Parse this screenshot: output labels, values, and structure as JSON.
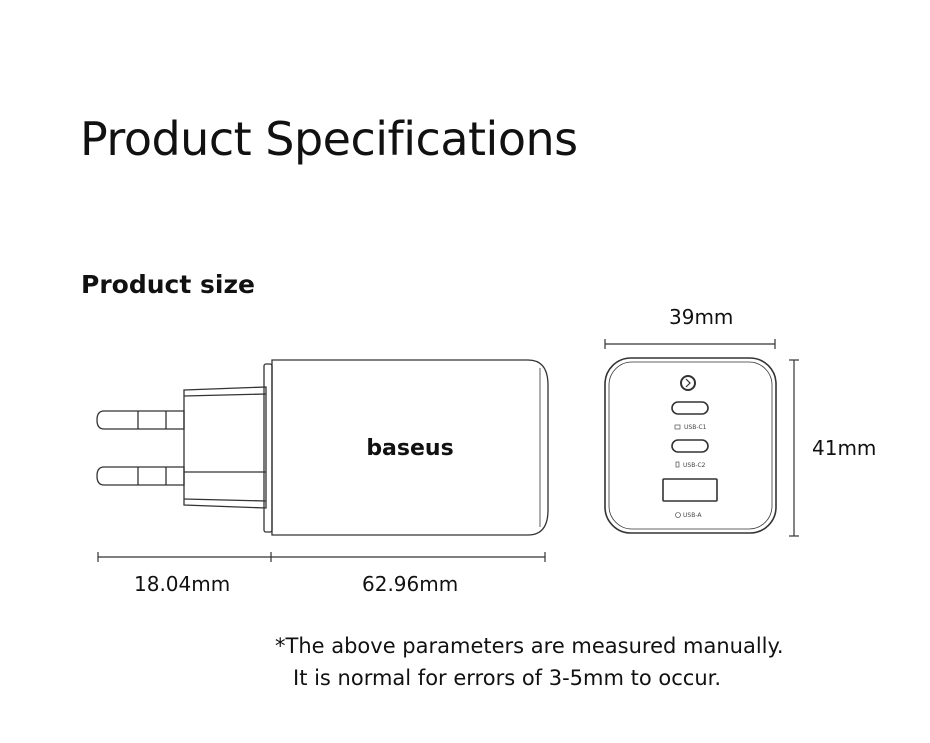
{
  "page": {
    "title": "Product Specifications",
    "subtitle": "Product size"
  },
  "side_view": {
    "brand_logo": "baseus",
    "dimensions": {
      "plug_length": "18.04mm",
      "body_length": "62.96mm"
    }
  },
  "front_view": {
    "dimensions": {
      "width": "39mm",
      "height": "41mm"
    },
    "ports": [
      {
        "label": "USB-C1",
        "type": "usb-c",
        "icon": "laptop-icon"
      },
      {
        "label": "USB-C2",
        "type": "usb-c",
        "icon": "phone-icon"
      },
      {
        "label": "USB-A",
        "type": "usb-a",
        "icon": "bolt-circle-icon"
      }
    ]
  },
  "note": {
    "line1": "*The above parameters are measured manually.",
    "line2": "It is normal for errors of 3-5mm to occur."
  },
  "colors": {
    "text": "#111111",
    "line": "#333333",
    "background": "#ffffff"
  }
}
